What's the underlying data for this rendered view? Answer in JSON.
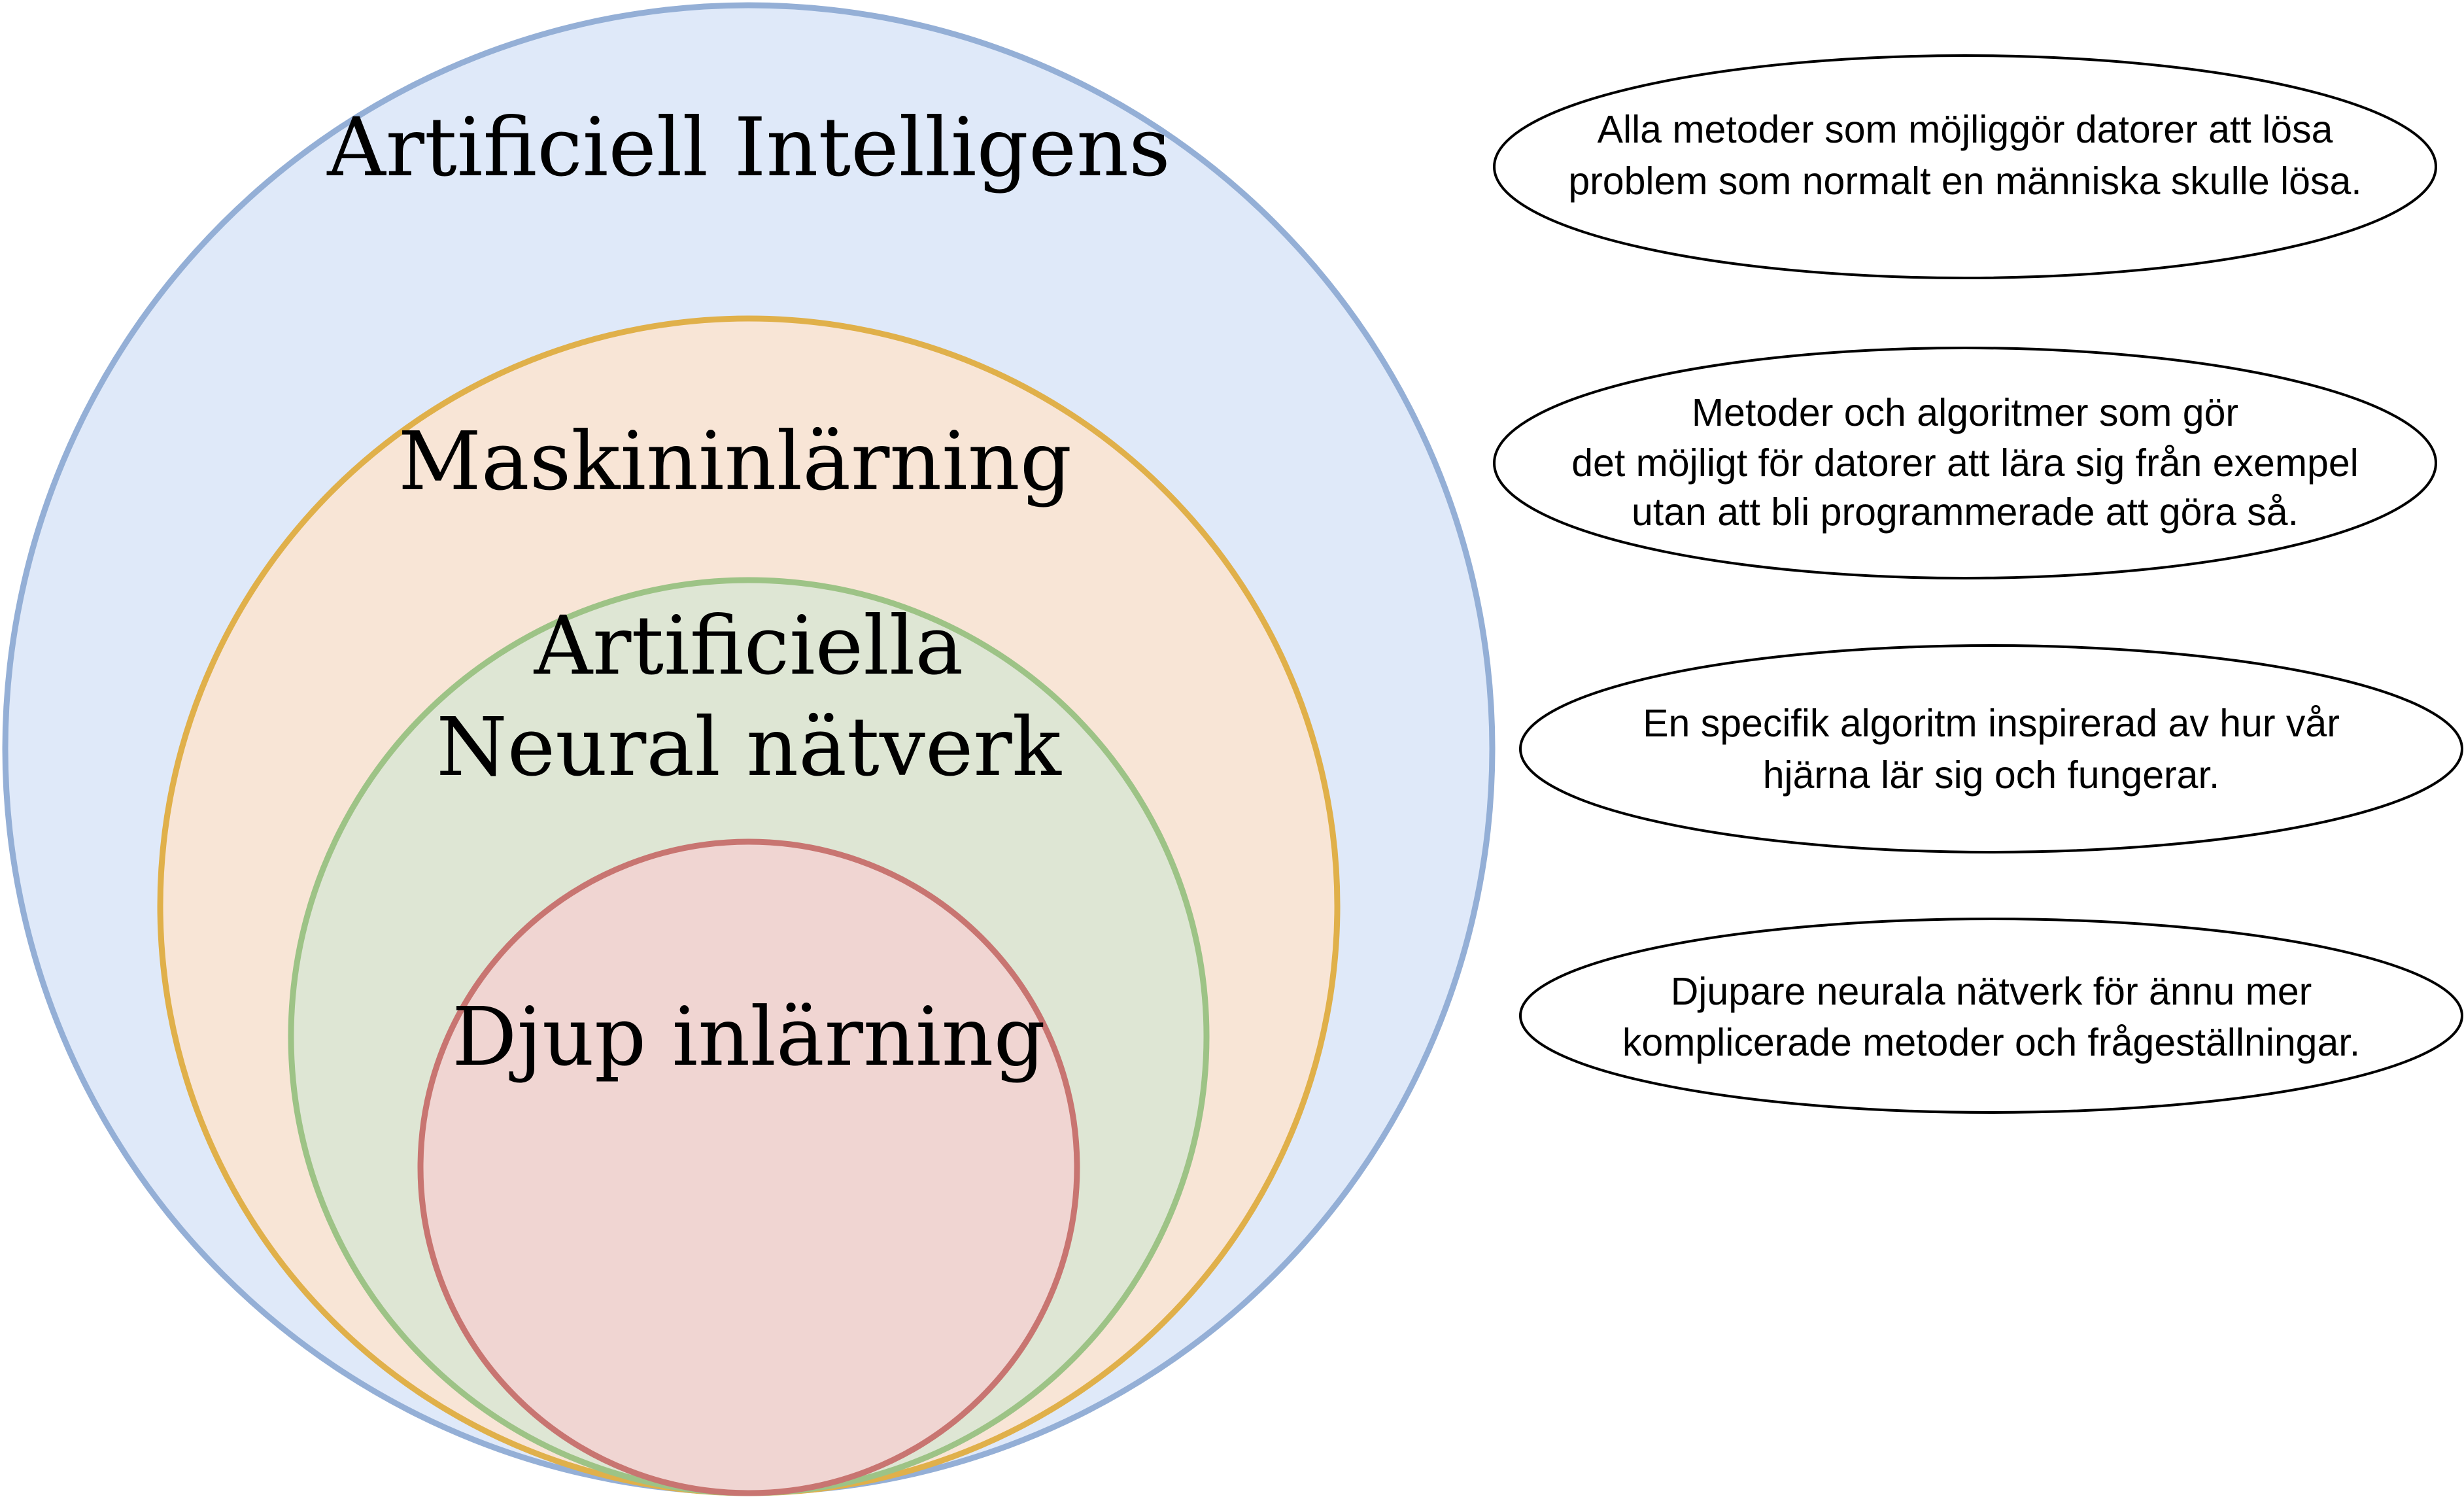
{
  "diagram": {
    "colors": {
      "ai_fill": "#dfe9f9",
      "ai_stroke": "#94afd6",
      "ml_fill": "#f8e5d6",
      "ml_stroke": "#e0b04a",
      "ann_fill": "#dee6d4",
      "ann_stroke": "#9dc386",
      "dl_fill": "#f0d5d2",
      "dl_stroke": "#c87571",
      "desc_stroke": "#000000"
    },
    "circles": {
      "ai": {
        "label": "Artificiell Intelligens"
      },
      "ml": {
        "label": "Maskininlärning"
      },
      "ann": {
        "label_line1": "Artificiella",
        "label_line2": "Neural nätverk"
      },
      "dl": {
        "label": "Djup inlärning"
      }
    },
    "descriptions": {
      "ai": {
        "line1": "Alla metoder som möjliggör datorer att lösa",
        "line2": "problem som normalt en människa skulle lösa."
      },
      "ml": {
        "line1": "Metoder och algoritmer som gör",
        "line2": "det möjligt för datorer att lära sig från exempel",
        "line3": "utan att bli programmerade att göra så."
      },
      "ann": {
        "line1": "En specifik algoritm inspirerad av hur vår",
        "line2": "hjärna lär sig och fungerar."
      },
      "dl": {
        "line1": "Djupare neurala nätverk för ännu mer",
        "line2": "komplicerade metoder och frågeställningar."
      }
    }
  }
}
